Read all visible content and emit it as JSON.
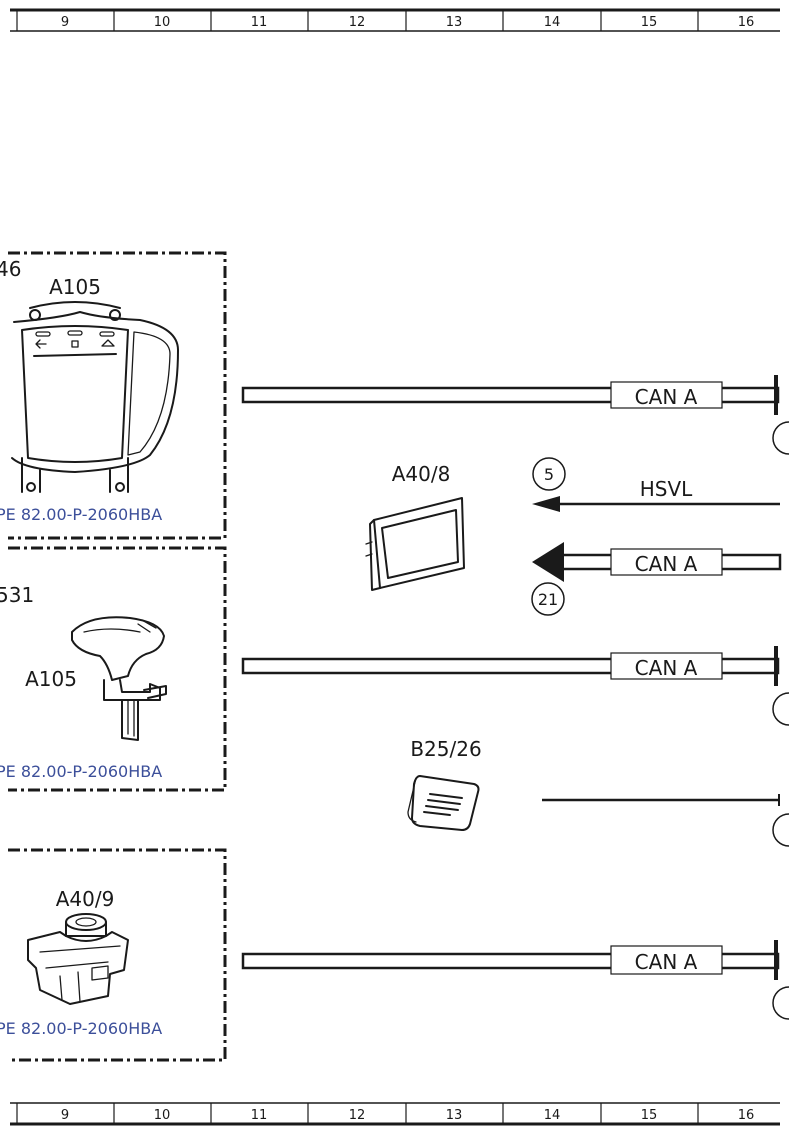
{
  "grid": {
    "top_numbers": [
      "9",
      "10",
      "11",
      "12",
      "13",
      "14",
      "15",
      "16"
    ],
    "bottom_numbers": [
      "9",
      "10",
      "11",
      "12",
      "13",
      "14",
      "15",
      "16"
    ]
  },
  "panels": {
    "panel1": {
      "partial_label": "46",
      "component": "A105",
      "ref_link": "PE 82.00-P-2060HBA"
    },
    "panel2": {
      "partial_label": "531",
      "component": "A105",
      "ref_link": "PE 82.00-P-2060HBA"
    },
    "panel3": {
      "component": "A40/9",
      "ref_link": "PE 82.00-P-2060HBA"
    }
  },
  "components": {
    "display": {
      "label": "A40/8"
    },
    "sensor": {
      "label": "B25/26"
    }
  },
  "signals": {
    "can1": {
      "label": "CAN A"
    },
    "hsvl": {
      "label": "HSVL",
      "circle": "5"
    },
    "can2": {
      "label": "CAN A",
      "circle": "21"
    },
    "can3": {
      "label": "CAN A"
    },
    "can4": {
      "label": "CAN A"
    }
  }
}
